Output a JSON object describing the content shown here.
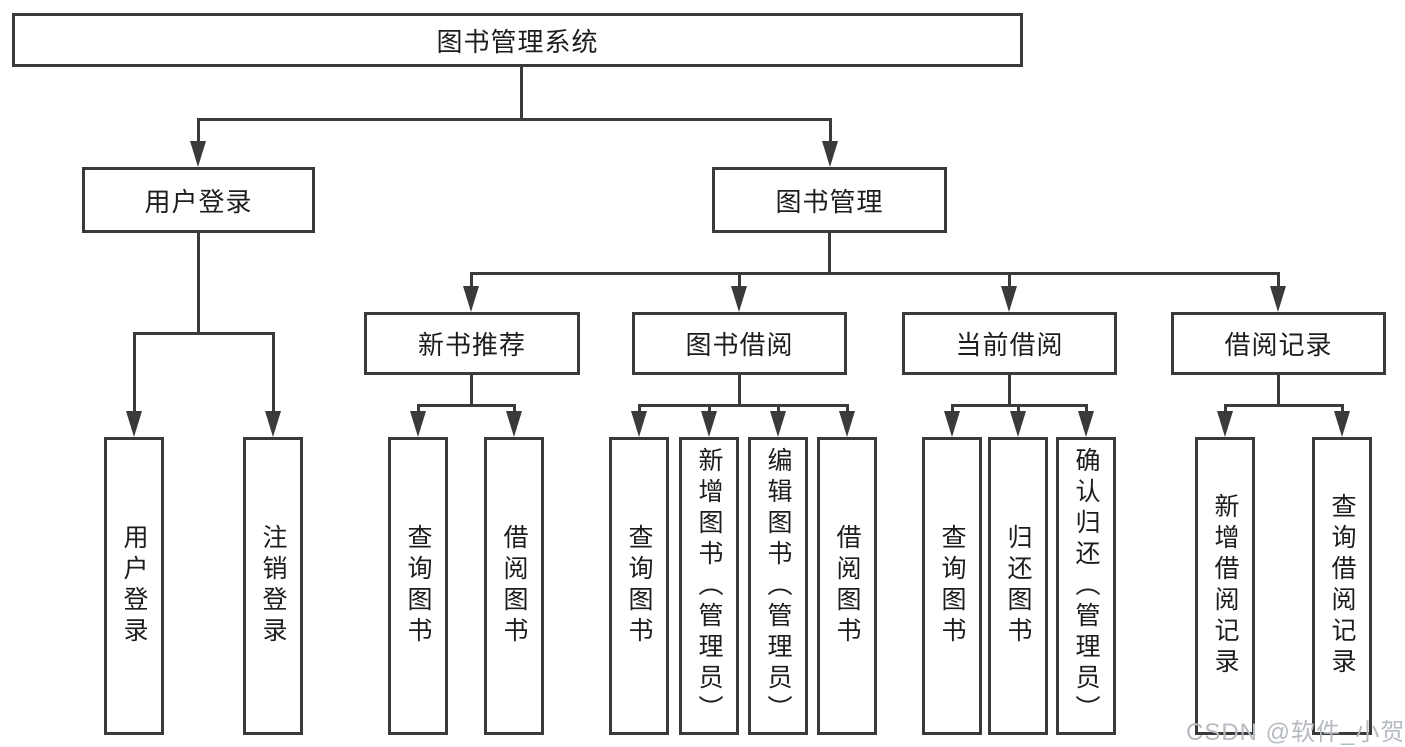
{
  "diagram": {
    "type": "hierarchy-tree",
    "line_color": "#3a3a3a",
    "box_background": "#ffffff",
    "text_color": "#1d1d1d",
    "watermark_color": "#b6bac1"
  },
  "tree": {
    "label": "图书管理系统",
    "children": [
      {
        "label": "用户登录",
        "children": [
          {
            "label": "用户登录"
          },
          {
            "label": "注销登录"
          }
        ]
      },
      {
        "label": "图书管理",
        "children": [
          {
            "label": "新书推荐",
            "children": [
              {
                "label": "查询图书"
              },
              {
                "label": "借阅图书"
              }
            ]
          },
          {
            "label": "图书借阅",
            "children": [
              {
                "label": "查询图书"
              },
              {
                "label": "新增图书（管理员）"
              },
              {
                "label": "编辑图书（管理员）"
              },
              {
                "label": "借阅图书"
              }
            ]
          },
          {
            "label": "当前借阅",
            "children": [
              {
                "label": "查询图书"
              },
              {
                "label": "归还图书"
              },
              {
                "label": "确认归还（管理员）"
              }
            ]
          },
          {
            "label": "借阅记录",
            "children": [
              {
                "label": "新增借阅记录"
              },
              {
                "label": "查询借阅记录"
              }
            ]
          }
        ]
      }
    ]
  },
  "watermark": "CSDN @软件_小贺同学"
}
